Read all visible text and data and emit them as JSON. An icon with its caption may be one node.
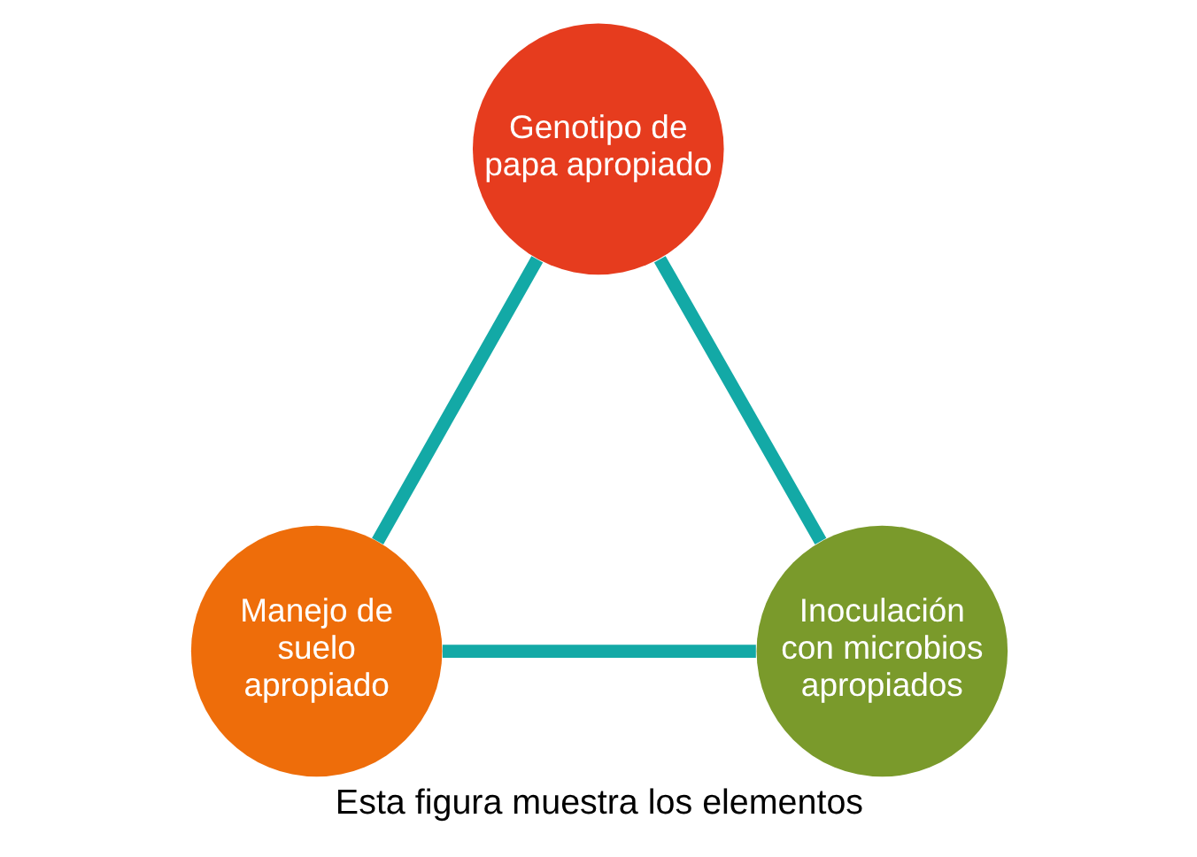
{
  "diagram": {
    "caption": "Esta figura muestra los elementos",
    "nodes": [
      {
        "text": [
          "Genotipo de papa apropiado"
        ]
      },
      {
        "text": [
          "Manejo de suelo apropiado"
        ]
      },
      {
        "text": [
          "Inoculación con microbios apropiados"
        ]
      }
    ],
    "edges": [
      {
        "from": 0,
        "to": 1,
        "arrow": "none",
        "color": "#13a9a6"
      },
      {
        "from": 1,
        "to": 2,
        "arrow": "none",
        "color": "#13a9a6"
      },
      {
        "from": 2,
        "to": 0,
        "arrow": "none",
        "color": "#13a9a6"
      }
    ]
  }
}
